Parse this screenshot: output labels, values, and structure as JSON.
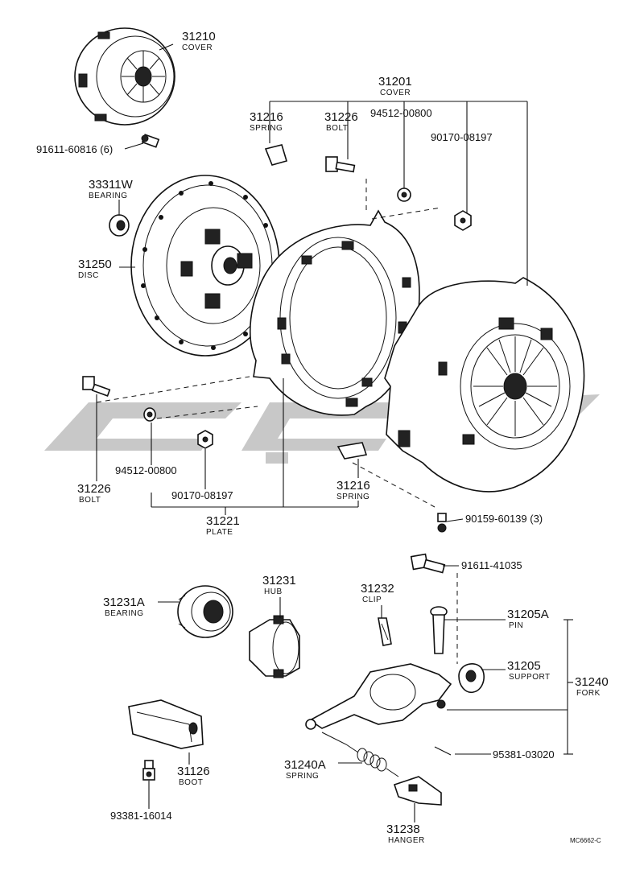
{
  "labels": {
    "cover_top": {
      "number": "31210",
      "name": "COVER"
    },
    "cover_assy": {
      "number": "31201",
      "name": "COVER"
    },
    "spring_top": {
      "number": "31216",
      "name": "SPRING"
    },
    "bolt_top": {
      "number": "31226",
      "name": "BOLT"
    },
    "washer_top": {
      "number": "94512-00800"
    },
    "nut_top": {
      "number": "90170-08197"
    },
    "screw_cover": {
      "number": "91611-60816 (6)"
    },
    "bearing_pilot": {
      "number": "33311W",
      "name": "BEARING"
    },
    "disc": {
      "number": "31250",
      "name": "DISC"
    },
    "washer_bottom": {
      "number": "94512-00800"
    },
    "nut_bottom": {
      "number": "90170-08197"
    },
    "bolt_bottom": {
      "number": "31226",
      "name": "BOLT"
    },
    "spring_bottom": {
      "number": "31216",
      "name": "SPRING"
    },
    "plate": {
      "number": "31221",
      "name": "PLATE"
    },
    "screw_small": {
      "number": "90159-60139 (3)"
    },
    "bolt_fork": {
      "number": "91611-41035"
    },
    "release_bearing": {
      "number": "31231A",
      "name": "BEARING"
    },
    "hub": {
      "number": "31231",
      "name": "HUB"
    },
    "clip": {
      "number": "31232",
      "name": "CLIP"
    },
    "pin": {
      "number": "31205A",
      "name": "PIN"
    },
    "support": {
      "number": "31205",
      "name": "SUPPORT"
    },
    "fork": {
      "number": "31240",
      "name": "FORK"
    },
    "cotter": {
      "number": "95381-03020"
    },
    "boot": {
      "number": "31126",
      "name": "BOOT"
    },
    "fork_spring": {
      "number": "31240A",
      "name": "SPRING"
    },
    "boot_screw": {
      "number": "93381-16014"
    },
    "hanger": {
      "number": "31238",
      "name": "HANGER"
    }
  },
  "drawing_code": "MC6662-C",
  "icons": [
    "clutch-cover-icon",
    "clutch-disc-icon",
    "pressure-plate-icon",
    "release-bearing-icon",
    "release-fork-icon"
  ]
}
